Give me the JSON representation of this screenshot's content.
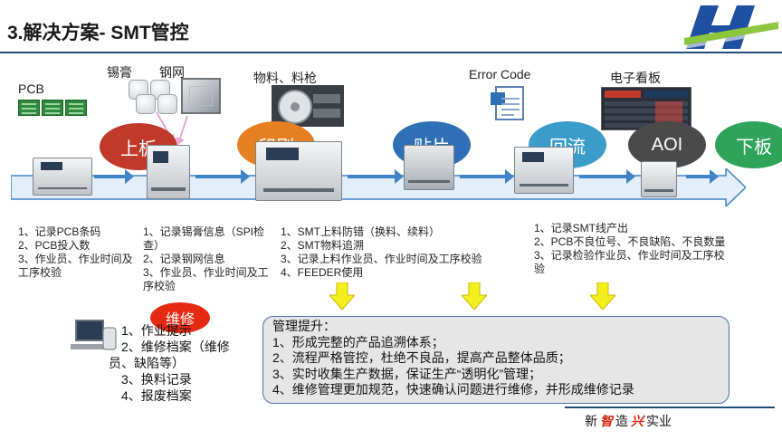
{
  "header": {
    "title": "3.解决方案- SMT管控"
  },
  "materials": {
    "pcb": "PCB",
    "solder_paste": "锡膏",
    "stencil": "钢网",
    "feeder_materials": "物料、料枪",
    "error_code": "Error Code",
    "kanban": "电子看板"
  },
  "stages": [
    {
      "label": "上板",
      "color": "#c0392b"
    },
    {
      "label": "印刷",
      "color": "#e67e22"
    },
    {
      "label": "贴片",
      "color": "#2e6fb5"
    },
    {
      "label": "回流",
      "color": "#3a9cc8"
    },
    {
      "label": "AOI",
      "color": "#4a4a4a"
    },
    {
      "label": "下板",
      "color": "#2fa35a"
    }
  ],
  "colors": {
    "flow_arrow": "#e3eef9",
    "flow_arrow_border": "#3f84c6",
    "down_arrow": "#f3ef1c",
    "title_rule": "#1f4e79"
  },
  "descriptions": {
    "loading": [
      "1、记录PCB条码",
      "2、PCB投入数",
      "3、作业员、作业时间及",
      "工序校验"
    ],
    "printing": [
      "1、记录锡膏信息（SPI检",
      "查）",
      "2、记录钢网信息",
      "3、作业员、作业时间及工",
      "序校验"
    ],
    "placement": [
      "1、SMT上料防错（换料、续料）",
      "2、SMT物料追溯",
      "3、记录上料作业员、作业时间及工序校验",
      "4、FEEDER使用"
    ],
    "inspection": [
      "1、记录SMT线产出",
      "2、PCB不良位号、不良缺陷、不良数量",
      "3、记录检验作业员、作业时间及工序校",
      "验"
    ]
  },
  "repair": {
    "badge": "维修",
    "items": [
      "1、作业提示",
      "2、维修档案（维修",
      "员、缺陷等）",
      "3、换料记录",
      "4、报废档案"
    ]
  },
  "management": {
    "title": "管理提升：",
    "items": [
      "1、形成完整的产品追溯体系；",
      "2、流程严格管控，杜绝不良品，提高产品整体品质；",
      "3、实时收集生产数据，保证生产“透明化”管理；",
      "4、维修管理更加规范，快速确认问题进行维修，并形成维修记录"
    ]
  },
  "footer": {
    "slogan_1": "新",
    "slogan_2": "智",
    "slogan_3": "造",
    "slogan_4": "兴",
    "slogan_5": "实业"
  }
}
